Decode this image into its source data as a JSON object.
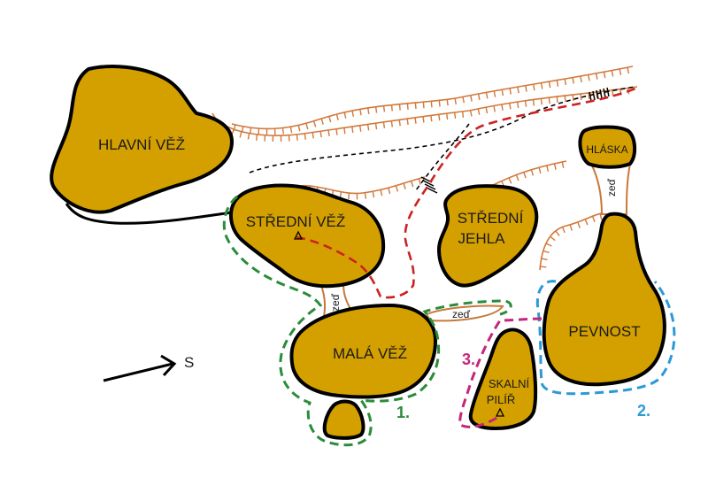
{
  "map": {
    "rocks": {
      "hlavni_vez": "HLAVNÍ VĚŽ",
      "stredni_vez": "STŘEDNÍ VĚŽ",
      "stredni_jehla_line1": "STŘEDNÍ",
      "stredni_jehla_line2": "JEHLA",
      "mala_vez": "MALÁ VĚŽ",
      "skalni_pilir_line1": "SKALNÍ",
      "skalni_pilir_line2": "PILÍŘ",
      "pevnost": "PEVNOST",
      "hlaska": "HLÁSKA"
    },
    "walls": {
      "zed_vertical_left": "zeď",
      "zed_horizontal": "zeď",
      "zed_vertical_right": "zeď"
    },
    "routes": [
      {
        "number": "1.",
        "color": "#2a8c3a"
      },
      {
        "number": "2.",
        "color": "#2a9ad6"
      },
      {
        "number": "3.",
        "color": "#c4267a"
      }
    ],
    "north_arrow_label": "S",
    "colors": {
      "rock_fill": "#d4a000",
      "route_red": "#cc2222",
      "path_black": "#000000",
      "edge_orange": "#d2783a"
    }
  }
}
